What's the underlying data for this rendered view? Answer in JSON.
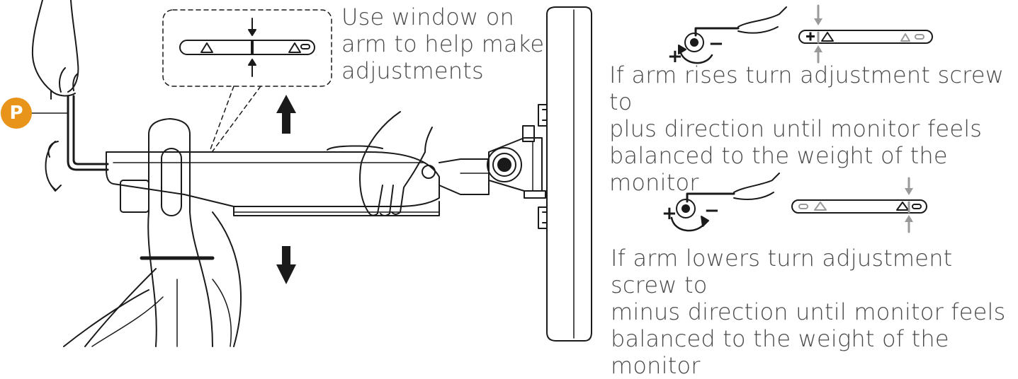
{
  "callout": {
    "line1": "Use window on",
    "line2": "arm to help make",
    "line3": "adjustments"
  },
  "rise": {
    "line1": "If arm rises turn adjustment screw to",
    "line2": "plus direction until monitor feels",
    "line3": "balanced to the weight of the",
    "line4": "monitor"
  },
  "lower": {
    "line1": "If arm lowers turn adjustment screw to",
    "line2": "minus direction until monitor feels",
    "line3": "balanced to the weight of the monitor"
  },
  "badge": {
    "label": "P",
    "color": "#E8941A"
  },
  "symbols": {
    "plus": "+",
    "minus": "−"
  },
  "colors": {
    "line": "#1a1a1a",
    "indicator_gray": "#9a9a9a"
  }
}
